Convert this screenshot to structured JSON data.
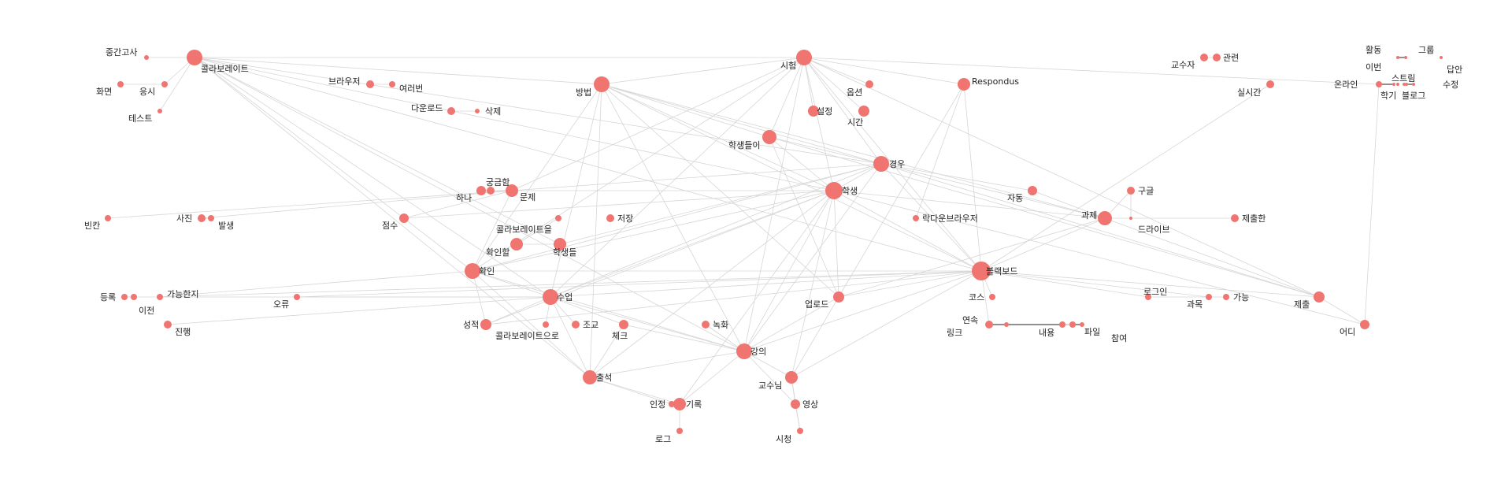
{
  "colors": {
    "node": "#f07470",
    "edge": "#d6d6d6",
    "text": "#222222",
    "accent_edge": "#222222"
  },
  "nodes": [
    {
      "id": "n_exam",
      "label": "시험",
      "size": 10
    },
    {
      "id": "n_collab",
      "label": "콜라보레이트",
      "size": 10
    },
    {
      "id": "n_method",
      "label": "방법",
      "size": 10
    },
    {
      "id": "n_case",
      "label": "경우",
      "size": 10
    },
    {
      "id": "n_student",
      "label": "학생",
      "size": 11
    },
    {
      "id": "n_blackboard",
      "label": "블랙보드",
      "size": 12
    },
    {
      "id": "n_lecture",
      "label": "강의",
      "size": 10
    },
    {
      "id": "n_class",
      "label": "수업",
      "size": 10
    },
    {
      "id": "n_confirm",
      "label": "확인",
      "size": 10
    },
    {
      "id": "n_attend",
      "label": "출석",
      "size": 9
    },
    {
      "id": "n_students2",
      "label": "학생들이",
      "size": 9
    },
    {
      "id": "n_assign",
      "label": "과제",
      "size": 9
    },
    {
      "id": "n_prof",
      "label": "교수님",
      "size": 8
    },
    {
      "id": "n_record",
      "label": "기록",
      "size": 8
    },
    {
      "id": "n_problem",
      "label": "문제",
      "size": 8
    },
    {
      "id": "n_curious",
      "label": "궁금함",
      "size": 5
    },
    {
      "id": "n_one",
      "label": "하나",
      "size": 6
    },
    {
      "id": "n_midterm",
      "label": "중간고사",
      "size": 3
    },
    {
      "id": "n_screen",
      "label": "화면",
      "size": 4
    },
    {
      "id": "n_take",
      "label": "응시",
      "size": 4
    },
    {
      "id": "n_test",
      "label": "테스트",
      "size": 3
    },
    {
      "id": "n_browser",
      "label": "브라우저",
      "size": 5
    },
    {
      "id": "n_several",
      "label": "여러번",
      "size": 4
    },
    {
      "id": "n_download",
      "label": "다운로드",
      "size": 5
    },
    {
      "id": "n_delete",
      "label": "삭제",
      "size": 3
    },
    {
      "id": "n_options",
      "label": "옵션",
      "size": 5
    },
    {
      "id": "n_settings",
      "label": "설정",
      "size": 7
    },
    {
      "id": "n_time",
      "label": "시간",
      "size": 7
    },
    {
      "id": "n_respondus",
      "label": "Respondus",
      "size": 8
    },
    {
      "id": "n_professor",
      "label": "교수자",
      "size": 5
    },
    {
      "id": "n_related",
      "label": "관련",
      "size": 5
    },
    {
      "id": "n_realtime",
      "label": "실시간",
      "size": 5
    },
    {
      "id": "n_blank",
      "label": "빈칸",
      "size": 4
    },
    {
      "id": "n_photo",
      "label": "사진",
      "size": 5
    },
    {
      "id": "n_occur",
      "label": "발생",
      "size": 4
    },
    {
      "id": "n_score",
      "label": "점수",
      "size": 6
    },
    {
      "id": "n_save",
      "label": "저장",
      "size": 5
    },
    {
      "id": "n_collab_obj",
      "label": "콜라보레이트을",
      "size": 4
    },
    {
      "id": "n_confirmable",
      "label": "확인할",
      "size": 8
    },
    {
      "id": "n_students",
      "label": "학생들",
      "size": 8
    },
    {
      "id": "n_lockdown",
      "label": "락다운브라우저",
      "size": 4
    },
    {
      "id": "n_auto",
      "label": "자동",
      "size": 6
    },
    {
      "id": "n_google",
      "label": "구글",
      "size": 5
    },
    {
      "id": "n_drive",
      "label": "드라이브",
      "size": 2
    },
    {
      "id": "n_submitted",
      "label": "제출한",
      "size": 5
    },
    {
      "id": "n_register",
      "label": "등록",
      "size": 4
    },
    {
      "id": "n_possible_q",
      "label": "가능한지",
      "size": 4
    },
    {
      "id": "n_before",
      "label": "이전",
      "size": 4
    },
    {
      "id": "n_proceed",
      "label": "진행",
      "size": 5
    },
    {
      "id": "n_error",
      "label": "오류",
      "size": 4
    },
    {
      "id": "n_grade",
      "label": "성적",
      "size": 7
    },
    {
      "id": "n_collab_by",
      "label": "콜라보레이트으로",
      "size": 4
    },
    {
      "id": "n_lookup",
      "label": "조교",
      "size": 5
    },
    {
      "id": "n_check",
      "label": "체크",
      "size": 6
    },
    {
      "id": "n_recording",
      "label": "녹화",
      "size": 5
    },
    {
      "id": "n_upload",
      "label": "업로드",
      "size": 7
    },
    {
      "id": "n_course",
      "label": "코스",
      "size": 4
    },
    {
      "id": "n_login",
      "label": "로그인",
      "size": 4
    },
    {
      "id": "n_subject",
      "label": "과목",
      "size": 4
    },
    {
      "id": "n_possible",
      "label": "가능",
      "size": 4
    },
    {
      "id": "n_submit",
      "label": "제출",
      "size": 7
    },
    {
      "id": "n_where",
      "label": "어디",
      "size": 6
    },
    {
      "id": "n_link",
      "label": "링크",
      "size": 5
    },
    {
      "id": "n_continue",
      "label": "연속",
      "size": 3
    },
    {
      "id": "n_content",
      "label": "내용",
      "size": 4
    },
    {
      "id": "n_file",
      "label": "파일",
      "size": 4
    },
    {
      "id": "n_part",
      "label": "참여",
      "size": 3
    },
    {
      "id": "n_certify",
      "label": "인정",
      "size": 4
    },
    {
      "id": "n_log",
      "label": "로그",
      "size": 4
    },
    {
      "id": "n_video",
      "label": "영상",
      "size": 6
    },
    {
      "id": "n_watch",
      "label": "시청",
      "size": 4
    },
    {
      "id": "n_activity",
      "label": "활동",
      "size": 2
    },
    {
      "id": "n_group",
      "label": "그룹",
      "size": 2
    },
    {
      "id": "n_before2",
      "label": "이번",
      "size": 2
    },
    {
      "id": "n_answer",
      "label": "답안",
      "size": 2
    },
    {
      "id": "n_online",
      "label": "온라인",
      "size": 4
    },
    {
      "id": "n_stream",
      "label": "스트림",
      "size": 2
    },
    {
      "id": "n_edit",
      "label": "수정",
      "size": 2
    },
    {
      "id": "n_semester",
      "label": "학기",
      "size": 2
    },
    {
      "id": "n_blog",
      "label": "블로그",
      "size": 2
    }
  ],
  "edges": [
    [
      "n_collab",
      "n_exam"
    ],
    [
      "n_collab",
      "n_method"
    ],
    [
      "n_collab",
      "n_case"
    ],
    [
      "n_collab",
      "n_student"
    ],
    [
      "n_collab",
      "n_blackboard"
    ],
    [
      "n_collab",
      "n_confirm"
    ],
    [
      "n_collab",
      "n_class"
    ],
    [
      "n_collab",
      "n_lecture"
    ],
    [
      "n_collab",
      "n_attend"
    ],
    [
      "n_collab",
      "n_students"
    ],
    [
      "n_exam",
      "n_method"
    ],
    [
      "n_exam",
      "n_case"
    ],
    [
      "n_exam",
      "n_student"
    ],
    [
      "n_exam",
      "n_blackboard"
    ],
    [
      "n_exam",
      "n_respondus"
    ],
    [
      "n_exam",
      "n_lecture"
    ],
    [
      "n_exam",
      "n_class"
    ],
    [
      "n_exam",
      "n_confirm"
    ],
    [
      "n_exam",
      "n_settings"
    ],
    [
      "n_exam",
      "n_time"
    ],
    [
      "n_exam",
      "n_students2"
    ],
    [
      "n_exam",
      "n_options"
    ],
    [
      "n_exam",
      "n_problem"
    ],
    [
      "n_exam",
      "n_online"
    ],
    [
      "n_exam",
      "n_submit"
    ],
    [
      "n_method",
      "n_student"
    ],
    [
      "n_method",
      "n_case"
    ],
    [
      "n_method",
      "n_blackboard"
    ],
    [
      "n_method",
      "n_lecture"
    ],
    [
      "n_method",
      "n_class"
    ],
    [
      "n_method",
      "n_confirm"
    ],
    [
      "n_method",
      "n_attend"
    ],
    [
      "n_method",
      "n_assign"
    ],
    [
      "n_method",
      "n_upload"
    ],
    [
      "n_method",
      "n_students2"
    ],
    [
      "n_case",
      "n_student"
    ],
    [
      "n_case",
      "n_blackboard"
    ],
    [
      "n_case",
      "n_problem"
    ],
    [
      "n_case",
      "n_assign"
    ],
    [
      "n_case",
      "n_lecture"
    ],
    [
      "n_case",
      "n_class"
    ],
    [
      "n_case",
      "n_confirm"
    ],
    [
      "n_case",
      "n_submit"
    ],
    [
      "n_case",
      "n_auto"
    ],
    [
      "n_case",
      "n_students"
    ],
    [
      "n_student",
      "n_blackboard"
    ],
    [
      "n_student",
      "n_lecture"
    ],
    [
      "n_student",
      "n_class"
    ],
    [
      "n_student",
      "n_confirm"
    ],
    [
      "n_student",
      "n_attend"
    ],
    [
      "n_student",
      "n_assign"
    ],
    [
      "n_student",
      "n_upload"
    ],
    [
      "n_student",
      "n_prof"
    ],
    [
      "n_student",
      "n_score"
    ],
    [
      "n_student",
      "n_one"
    ],
    [
      "n_student",
      "n_grade"
    ],
    [
      "n_student",
      "n_record"
    ],
    [
      "n_student",
      "n_students2"
    ],
    [
      "n_student",
      "n_where"
    ],
    [
      "n_blackboard",
      "n_lecture"
    ],
    [
      "n_blackboard",
      "n_class"
    ],
    [
      "n_blackboard",
      "n_confirm"
    ],
    [
      "n_blackboard",
      "n_assign"
    ],
    [
      "n_blackboard",
      "n_upload"
    ],
    [
      "n_blackboard",
      "n_submit"
    ],
    [
      "n_blackboard",
      "n_grade"
    ],
    [
      "n_blackboard",
      "n_login"
    ],
    [
      "n_blackboard",
      "n_course"
    ],
    [
      "n_blackboard",
      "n_link"
    ],
    [
      "n_blackboard",
      "n_prof"
    ],
    [
      "n_blackboard",
      "n_respondus"
    ],
    [
      "n_blackboard",
      "n_realtime"
    ],
    [
      "n_blackboard",
      "n_subject"
    ],
    [
      "n_blackboard",
      "n_error"
    ],
    [
      "n_blackboard",
      "n_possible_q"
    ],
    [
      "n_lecture",
      "n_class"
    ],
    [
      "n_lecture",
      "n_attend"
    ],
    [
      "n_lecture",
      "n_record"
    ],
    [
      "n_lecture",
      "n_prof"
    ],
    [
      "n_lecture",
      "n_recording"
    ],
    [
      "n_lecture",
      "n_confirm"
    ],
    [
      "n_lecture",
      "n_video"
    ],
    [
      "n_lecture",
      "n_upload"
    ],
    [
      "n_lecture",
      "n_check"
    ],
    [
      "n_class",
      "n_confirm"
    ],
    [
      "n_class",
      "n_attend"
    ],
    [
      "n_class",
      "n_grade"
    ],
    [
      "n_class",
      "n_error"
    ],
    [
      "n_class",
      "n_lookup"
    ],
    [
      "n_class",
      "n_check"
    ],
    [
      "n_class",
      "n_register"
    ],
    [
      "n_class",
      "n_collab_by"
    ],
    [
      "n_class",
      "n_proceed"
    ],
    [
      "n_confirm",
      "n_attend"
    ],
    [
      "n_confirm",
      "n_grade"
    ],
    [
      "n_confirm",
      "n_possible_q"
    ],
    [
      "n_confirm",
      "n_problem"
    ],
    [
      "n_attend",
      "n_record"
    ],
    [
      "n_attend",
      "n_certify"
    ],
    [
      "n_attend",
      "n_check"
    ],
    [
      "n_record",
      "n_log"
    ],
    [
      "n_record",
      "n_certify"
    ],
    [
      "n_prof",
      "n_video"
    ],
    [
      "n_prof",
      "n_watch"
    ],
    [
      "n_prof",
      "n_upload"
    ],
    [
      "n_problem",
      "n_one"
    ],
    [
      "n_problem",
      "n_curious"
    ],
    [
      "n_problem",
      "n_photo"
    ],
    [
      "n_problem",
      "n_blank"
    ],
    [
      "n_problem",
      "n_score"
    ],
    [
      "n_assign",
      "n_submit"
    ],
    [
      "n_assign",
      "n_google"
    ],
    [
      "n_assign",
      "n_submitted"
    ],
    [
      "n_assign",
      "n_auto"
    ],
    [
      "n_assign",
      "n_upload"
    ],
    [
      "n_students2",
      "n_upload"
    ],
    [
      "n_students2",
      "n_submit"
    ],
    [
      "n_students2",
      "n_case"
    ],
    [
      "n_respondus",
      "n_lockdown"
    ],
    [
      "n_respondus",
      "n_upload"
    ],
    [
      "n_midterm",
      "n_collab"
    ],
    [
      "n_screen",
      "n_take"
    ],
    [
      "n_take",
      "n_collab"
    ],
    [
      "n_test",
      "n_collab"
    ],
    [
      "n_browser",
      "n_several"
    ],
    [
      "n_download",
      "n_delete"
    ],
    [
      "n_professor",
      "n_related"
    ],
    [
      "n_photo",
      "n_occur"
    ],
    [
      "n_register",
      "n_before"
    ],
    [
      "n_google",
      "n_drive"
    ],
    [
      "n_confirmable",
      "n_students"
    ],
    [
      "n_confirmable",
      "n_collab_obj"
    ],
    [
      "n_login",
      "n_possible"
    ],
    [
      "n_link",
      "n_file"
    ],
    [
      "n_content",
      "n_file"
    ],
    [
      "n_file",
      "n_part"
    ],
    [
      "n_video",
      "n_watch"
    ],
    [
      "n_where",
      "n_online"
    ],
    [
      "n_submit",
      "n_where"
    ],
    [
      "n_activity",
      "n_group"
    ],
    [
      "n_online",
      "n_semester"
    ],
    [
      "n_stream",
      "n_edit"
    ],
    [
      "n_stream",
      "n_blog"
    ]
  ],
  "accent_edges": [
    [
      "n_activity",
      "n_group"
    ],
    [
      "n_stream",
      "n_edit"
    ],
    [
      "n_online",
      "n_semester"
    ],
    [
      "n_link",
      "n_file"
    ],
    [
      "n_file",
      "n_part"
    ]
  ]
}
